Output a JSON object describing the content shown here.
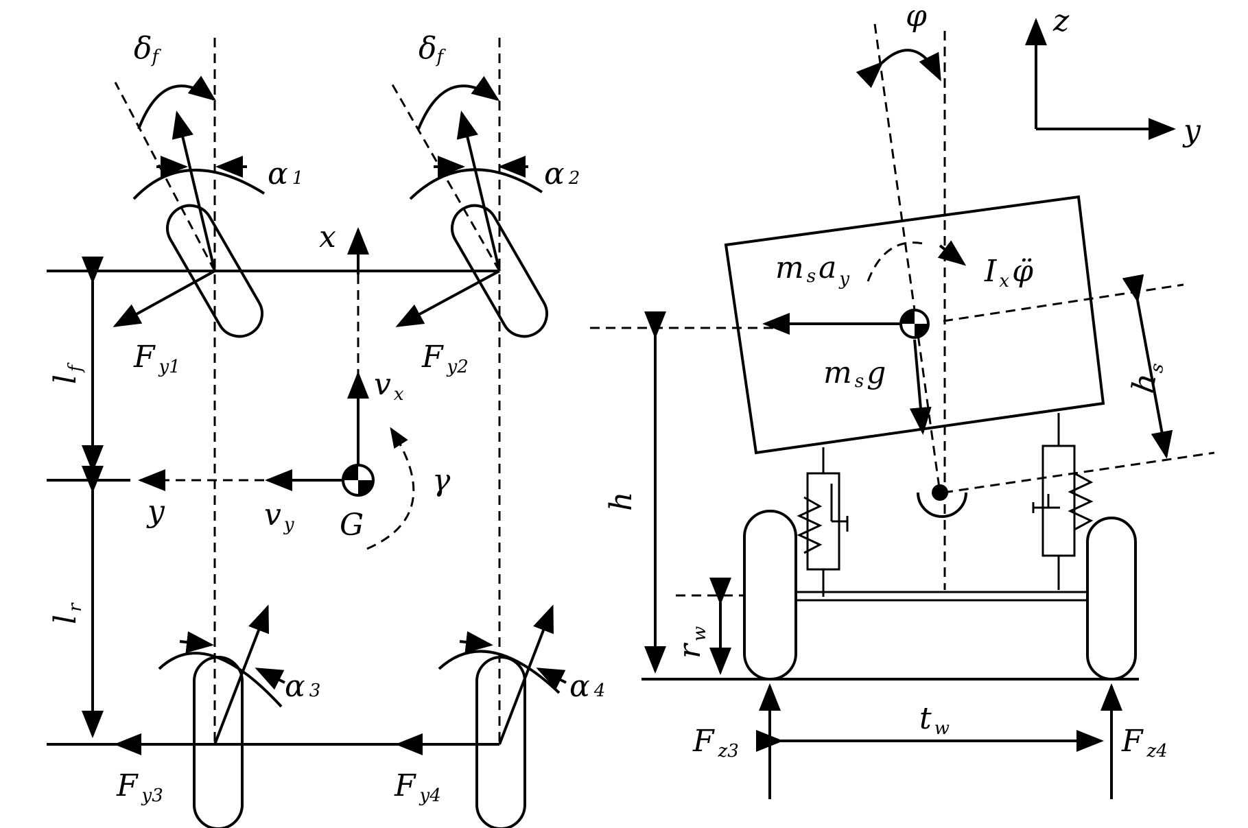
{
  "labels": {
    "delta": "δ",
    "f": "f",
    "alpha": "α",
    "n1": "1",
    "n2": "2",
    "n3": "3",
    "n4": "4",
    "x": "x",
    "y": "y",
    "z": "z",
    "F": "F",
    "y1": "y1",
    "y2": "y2",
    "y3": "y3",
    "y4": "y4",
    "z3": "z3",
    "z4": "z4",
    "l": "l",
    "r": "r",
    "v": "v",
    "G": "G",
    "gamma": "γ",
    "phi": "φ",
    "m": "m",
    "s": "s",
    "a": "a",
    "g": "g",
    "I": "I",
    "phi_ddot": "φ̈",
    "h": "h",
    "t": "t",
    "w": "w"
  },
  "colors": {
    "ink": "#000000",
    "background": "#ffffff"
  }
}
